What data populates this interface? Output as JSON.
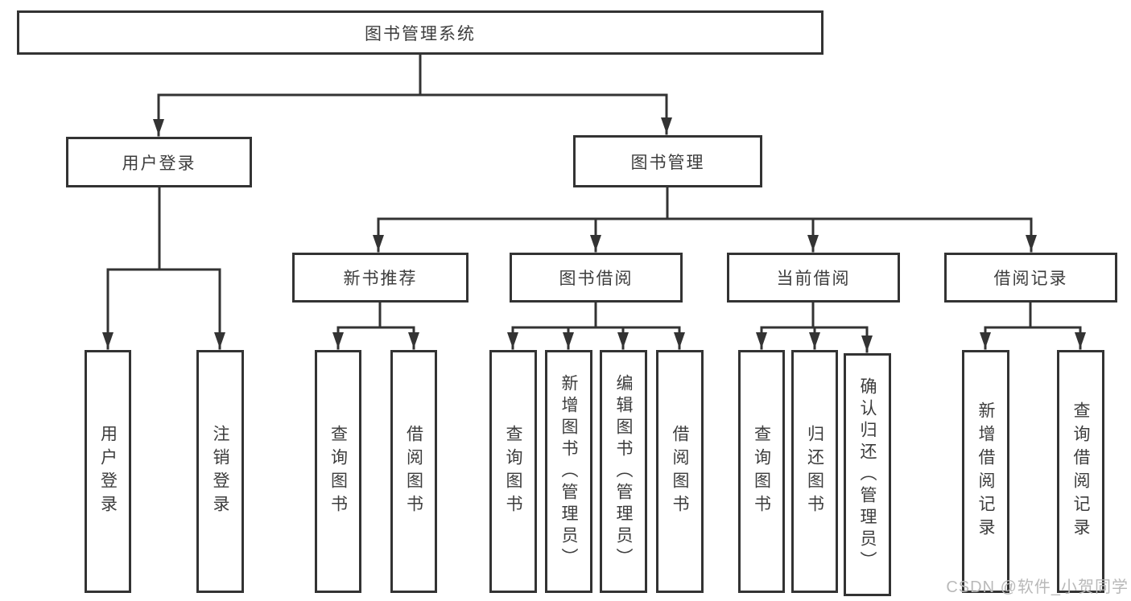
{
  "diagram": {
    "type": "hierarchy-tree",
    "line_color": "#333333",
    "box_background": "#ffffff",
    "text_color": "#3d3d3d",
    "tree": {
      "root": {
        "label": "图书管理系统"
      },
      "branches": [
        {
          "label": "用户登录",
          "children": [
            {
              "label": "用户登录"
            },
            {
              "label": "注销登录"
            }
          ]
        },
        {
          "label": "图书管理",
          "children": [
            {
              "label": "新书推荐",
              "children": [
                {
                  "label": "查询图书"
                },
                {
                  "label": "借阅图书"
                }
              ]
            },
            {
              "label": "图书借阅",
              "children": [
                {
                  "label": "查询图书"
                },
                {
                  "label": "新增图书（管理员）"
                },
                {
                  "label": "编辑图书（管理员）"
                },
                {
                  "label": "借阅图书"
                }
              ]
            },
            {
              "label": "当前借阅",
              "children": [
                {
                  "label": "查询图书"
                },
                {
                  "label": "归还图书"
                },
                {
                  "label": "确认归还（管理员）"
                }
              ]
            },
            {
              "label": "借阅记录",
              "children": [
                {
                  "label": "新增借阅记录"
                },
                {
                  "label": "查询借阅记录"
                }
              ]
            }
          ]
        }
      ]
    }
  },
  "watermark": {
    "text": "CSDN @软件_小贺同学",
    "color": "#b9b9b9"
  }
}
